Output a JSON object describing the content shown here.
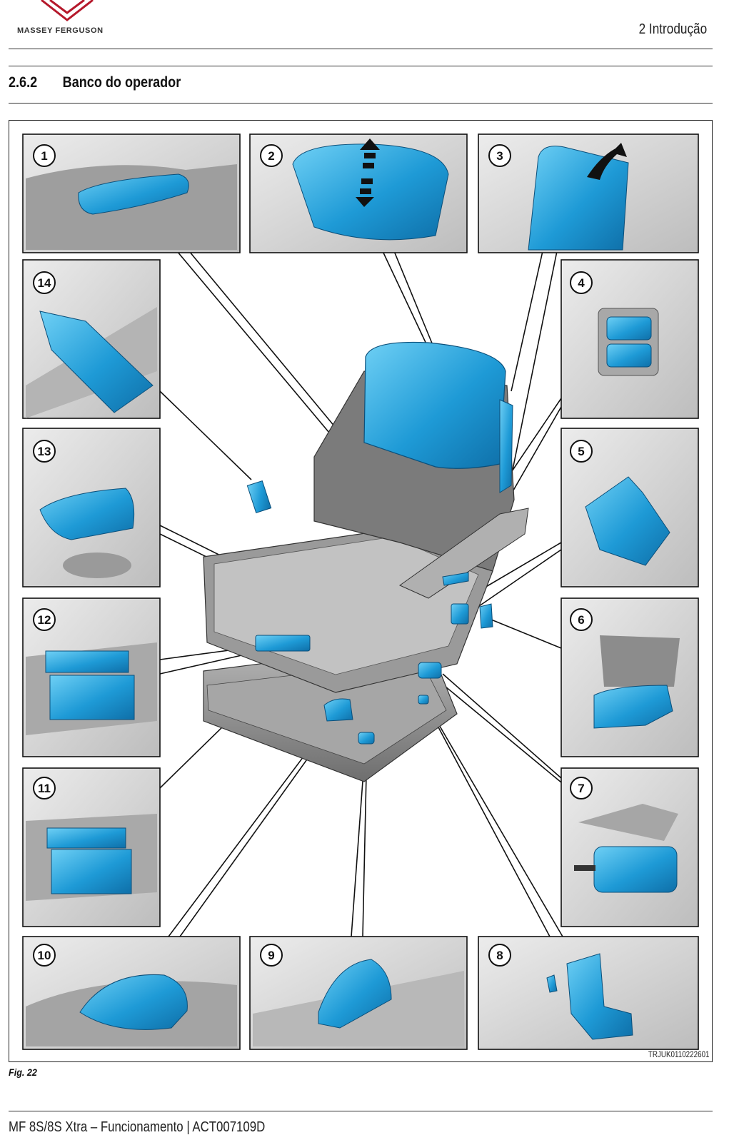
{
  "header": {
    "brand": "MASSEY FERGUSON",
    "chapter": "2 Introdução"
  },
  "section": {
    "number": "2.6.2",
    "title": "Banco do operador"
  },
  "figure": {
    "callouts": [
      "1",
      "2",
      "3",
      "4",
      "5",
      "6",
      "7",
      "8",
      "9",
      "10",
      "11",
      "12",
      "13",
      "14"
    ],
    "code": "TRJUK0110222601",
    "caption": "Fig. 22",
    "colors": {
      "highlight": "#1e9ad6",
      "highlight_light": "#5ec3f0",
      "seat_grey": "#8e8e8e",
      "panel_bg": "#d9d9d9",
      "brand_red": "#b5182b"
    }
  },
  "footer": {
    "text": "MF 8S/8S Xtra – Funcionamento | ACT007109D"
  }
}
